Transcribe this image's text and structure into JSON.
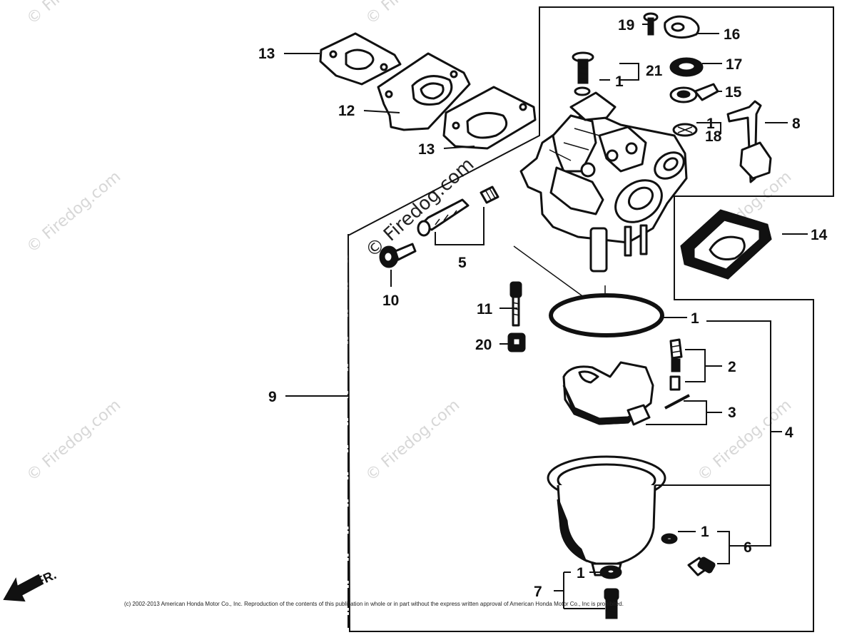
{
  "watermarks": {
    "text": "© Firedog.com",
    "center_text": "© Firedog.com"
  },
  "front_indicator": "FR.",
  "copyright": "(c) 2002-2013 American Honda Motor Co., Inc. Reproduction of the contents of this publication in whole or in part without the express written approval of American Honda Motor Co., Inc is prohibited.",
  "callouts": {
    "c1a": "1",
    "c1b": "1",
    "c1c": "1",
    "c1d": "1",
    "c1e": "1",
    "c2": "2",
    "c3": "3",
    "c4": "4",
    "c5": "5",
    "c6": "6",
    "c7": "7",
    "c8": "8",
    "c9": "9",
    "c10": "10",
    "c11": "11",
    "c12": "12",
    "c13a": "13",
    "c13b": "13",
    "c14": "14",
    "c15": "15",
    "c16": "16",
    "c17": "17",
    "c18": "18",
    "c19": "19",
    "c20": "20",
    "c21": "21"
  },
  "colors": {
    "ink": "#111111",
    "watermark": "#d7d7d7",
    "background": "#ffffff"
  }
}
